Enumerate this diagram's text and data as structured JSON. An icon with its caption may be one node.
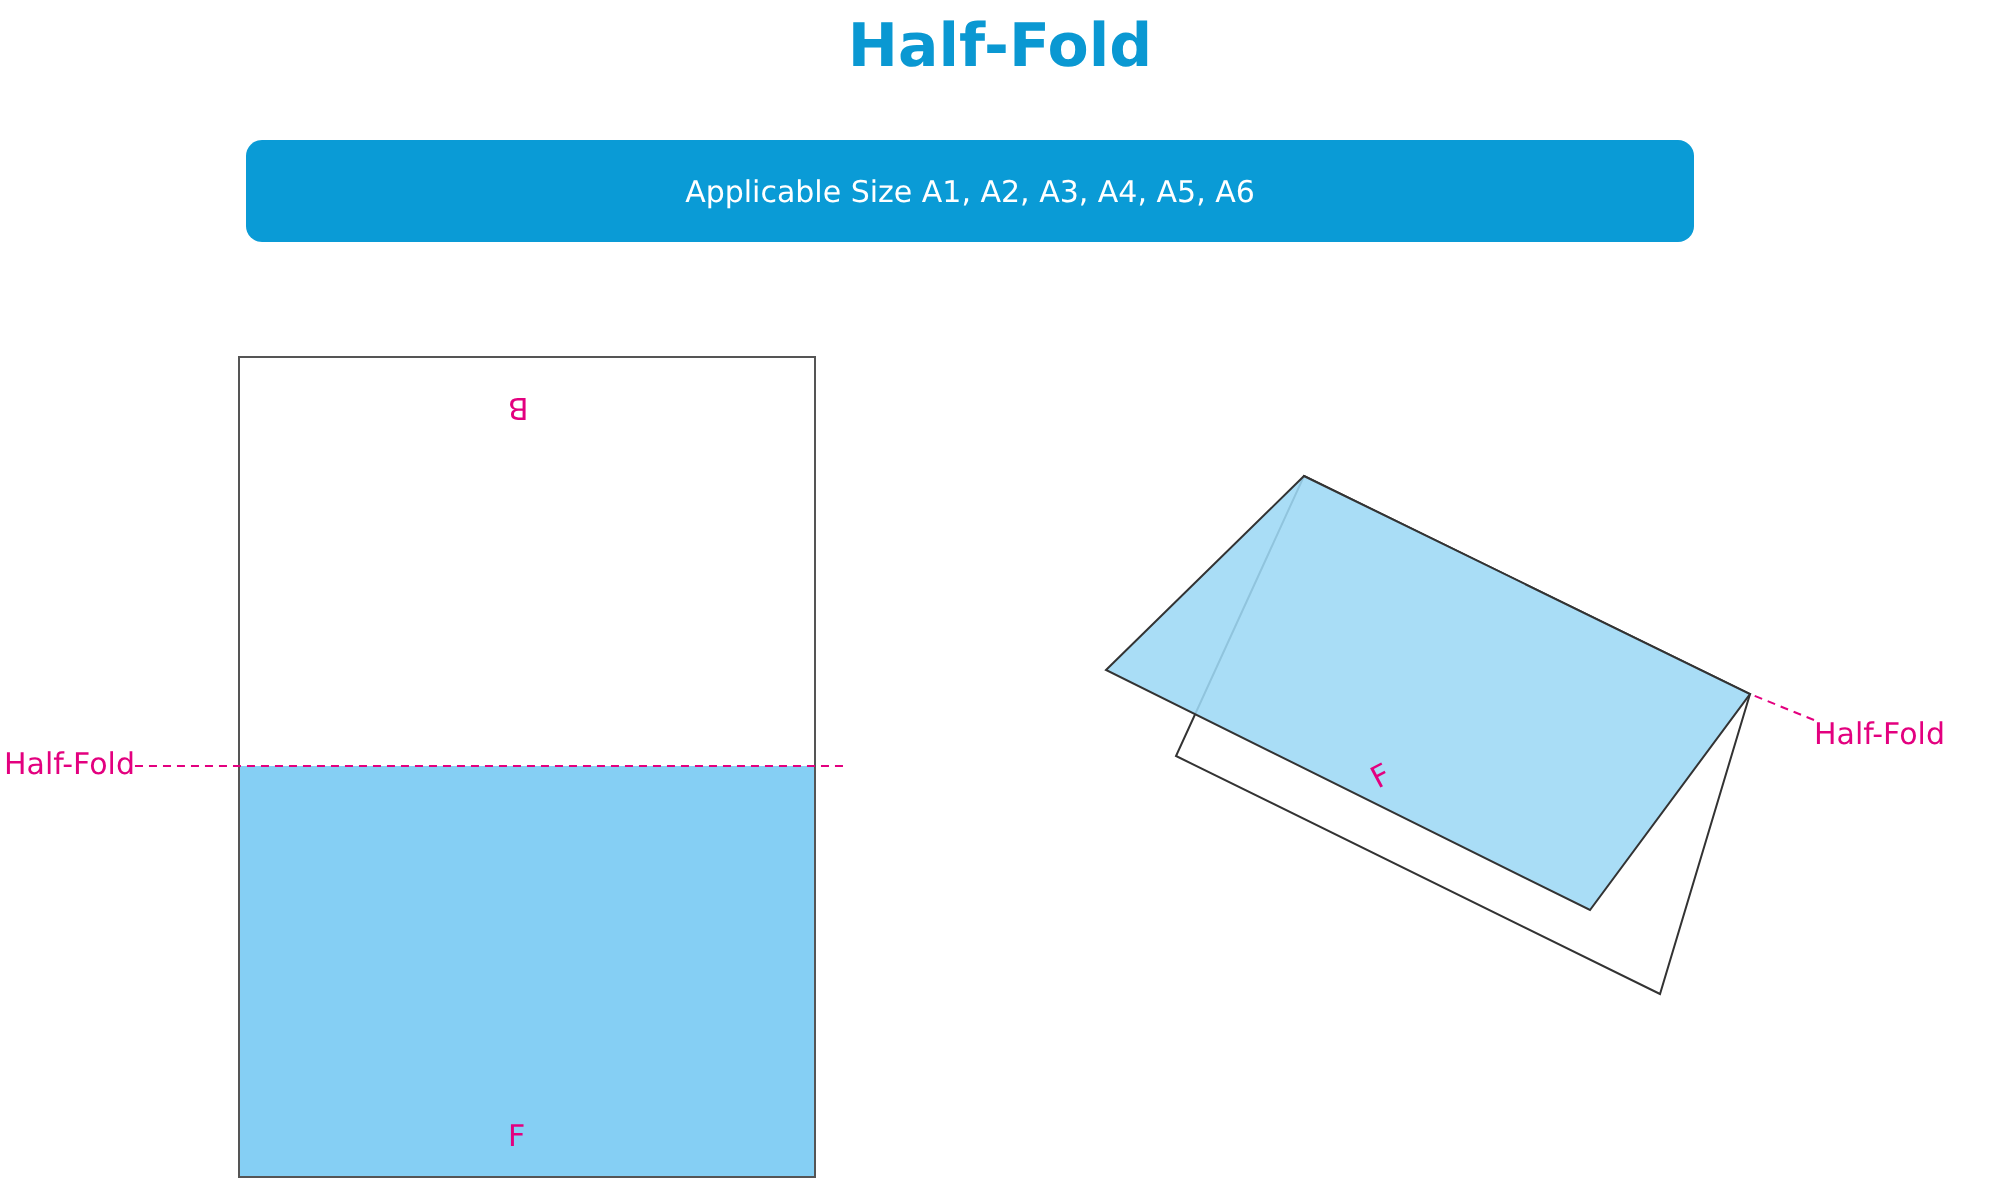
{
  "diagram": {
    "title": "Half-Fold",
    "nodes": [
      {
        "text": [
          "Applicable Size A1, A2, A3, A4, A5, A6"
        ]
      },
      {
        "text": [
          "B"
        ]
      },
      {
        "text": [
          "F"
        ]
      },
      {
        "text": [],
        "shape": "box"
      },
      {
        "text": [
          "F"
        ]
      },
      {
        "text": [
          "Half-Fold"
        ]
      },
      {
        "text": [
          "Half-Fold"
        ]
      }
    ],
    "edges": [
      {
        "from": 5,
        "to": null,
        "arrow": "none",
        "style": "dashed"
      },
      {
        "from": 6,
        "to": 4,
        "arrow": "none",
        "style": "dashed"
      }
    ]
  }
}
